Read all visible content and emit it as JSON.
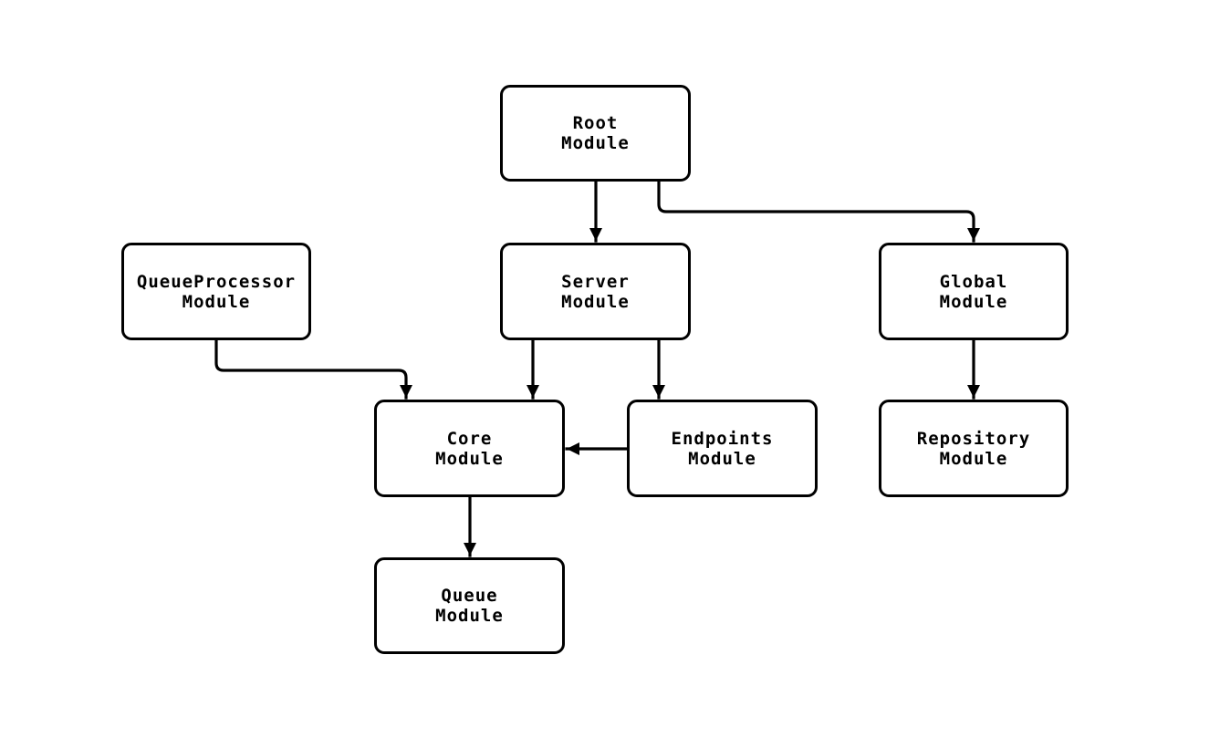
{
  "diagram": {
    "type": "module-dependency-flowchart",
    "background_color": "#ffffff",
    "node_fill_color": "#ffffff",
    "node_border_color": "#000000",
    "edge_color": "#000000",
    "nodes": [
      {
        "id": "root",
        "label": "Root\nModule"
      },
      {
        "id": "queueprocessor",
        "label": "QueueProcessor\nModule"
      },
      {
        "id": "server",
        "label": "Server\nModule"
      },
      {
        "id": "global",
        "label": "Global\nModule"
      },
      {
        "id": "core",
        "label": "Core\nModule"
      },
      {
        "id": "endpoints",
        "label": "Endpoints\nModule"
      },
      {
        "id": "repository",
        "label": "Repository\nModule"
      },
      {
        "id": "queue",
        "label": "Queue\nModule"
      }
    ],
    "edges": [
      {
        "from": "root",
        "to": "server"
      },
      {
        "from": "root",
        "to": "global"
      },
      {
        "from": "queueprocessor",
        "to": "core"
      },
      {
        "from": "server",
        "to": "core"
      },
      {
        "from": "server",
        "to": "endpoints"
      },
      {
        "from": "endpoints",
        "to": "core"
      },
      {
        "from": "core",
        "to": "queue"
      },
      {
        "from": "global",
        "to": "repository"
      }
    ]
  }
}
